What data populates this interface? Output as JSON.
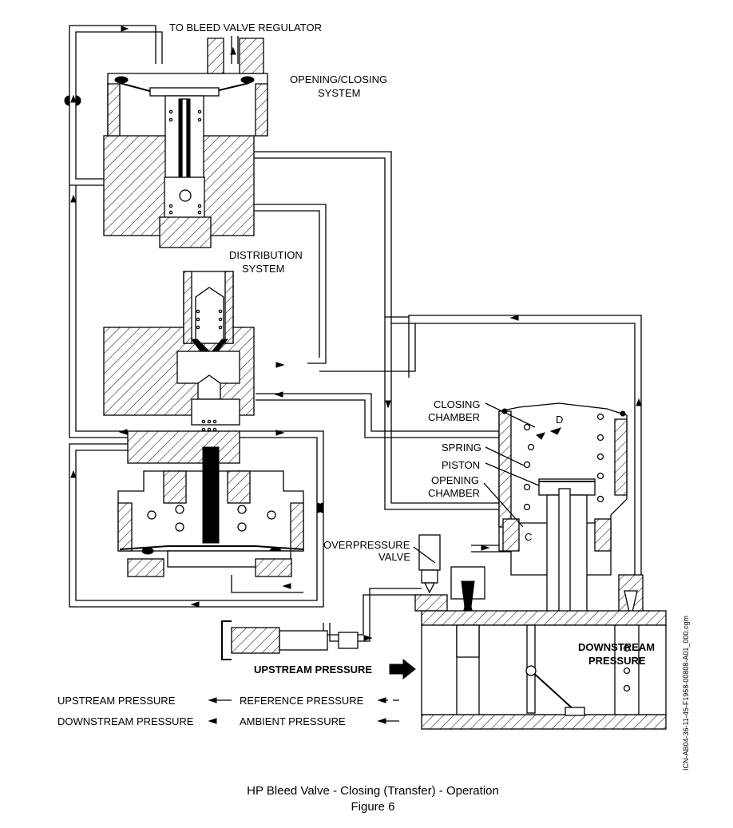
{
  "labels": {
    "to_bleed_valve_regulator": "TO BLEED VALVE REGULATOR",
    "opening_closing_system_1": "OPENING/CLOSING",
    "opening_closing_system_2": "SYSTEM",
    "distribution_system_1": "DISTRIBUTION",
    "distribution_system_2": "SYSTEM",
    "closing_chamber_1": "CLOSING",
    "closing_chamber_2": "CHAMBER",
    "spring": "SPRING",
    "piston": "PISTON",
    "opening_chamber_1": "OPENING",
    "opening_chamber_2": "CHAMBER",
    "overpressure_valve_1": "OVERPRESSURE",
    "overpressure_valve_2": "VALVE",
    "upstream_pressure_inlet": "UPSTREAM PRESSURE",
    "downstream_pressure_1": "DOWNSTREAM",
    "downstream_pressure_2": "PRESSURE",
    "chamber_d": "D",
    "chamber_c": "C"
  },
  "legend": {
    "upstream_pressure": "UPSTREAM PRESSURE",
    "reference_pressure": "REFERENCE PRESSURE",
    "downstream_pressure": "DOWNSTREAM PRESSURE",
    "ambient_pressure": "AMBIENT PRESSURE"
  },
  "side_code": "ICN-AB04-36-11-45-F1958-00808-A01_000.cgm",
  "caption": {
    "title": "HP Bleed Valve - Closing (Transfer) - Operation",
    "figure": "Figure 6"
  }
}
